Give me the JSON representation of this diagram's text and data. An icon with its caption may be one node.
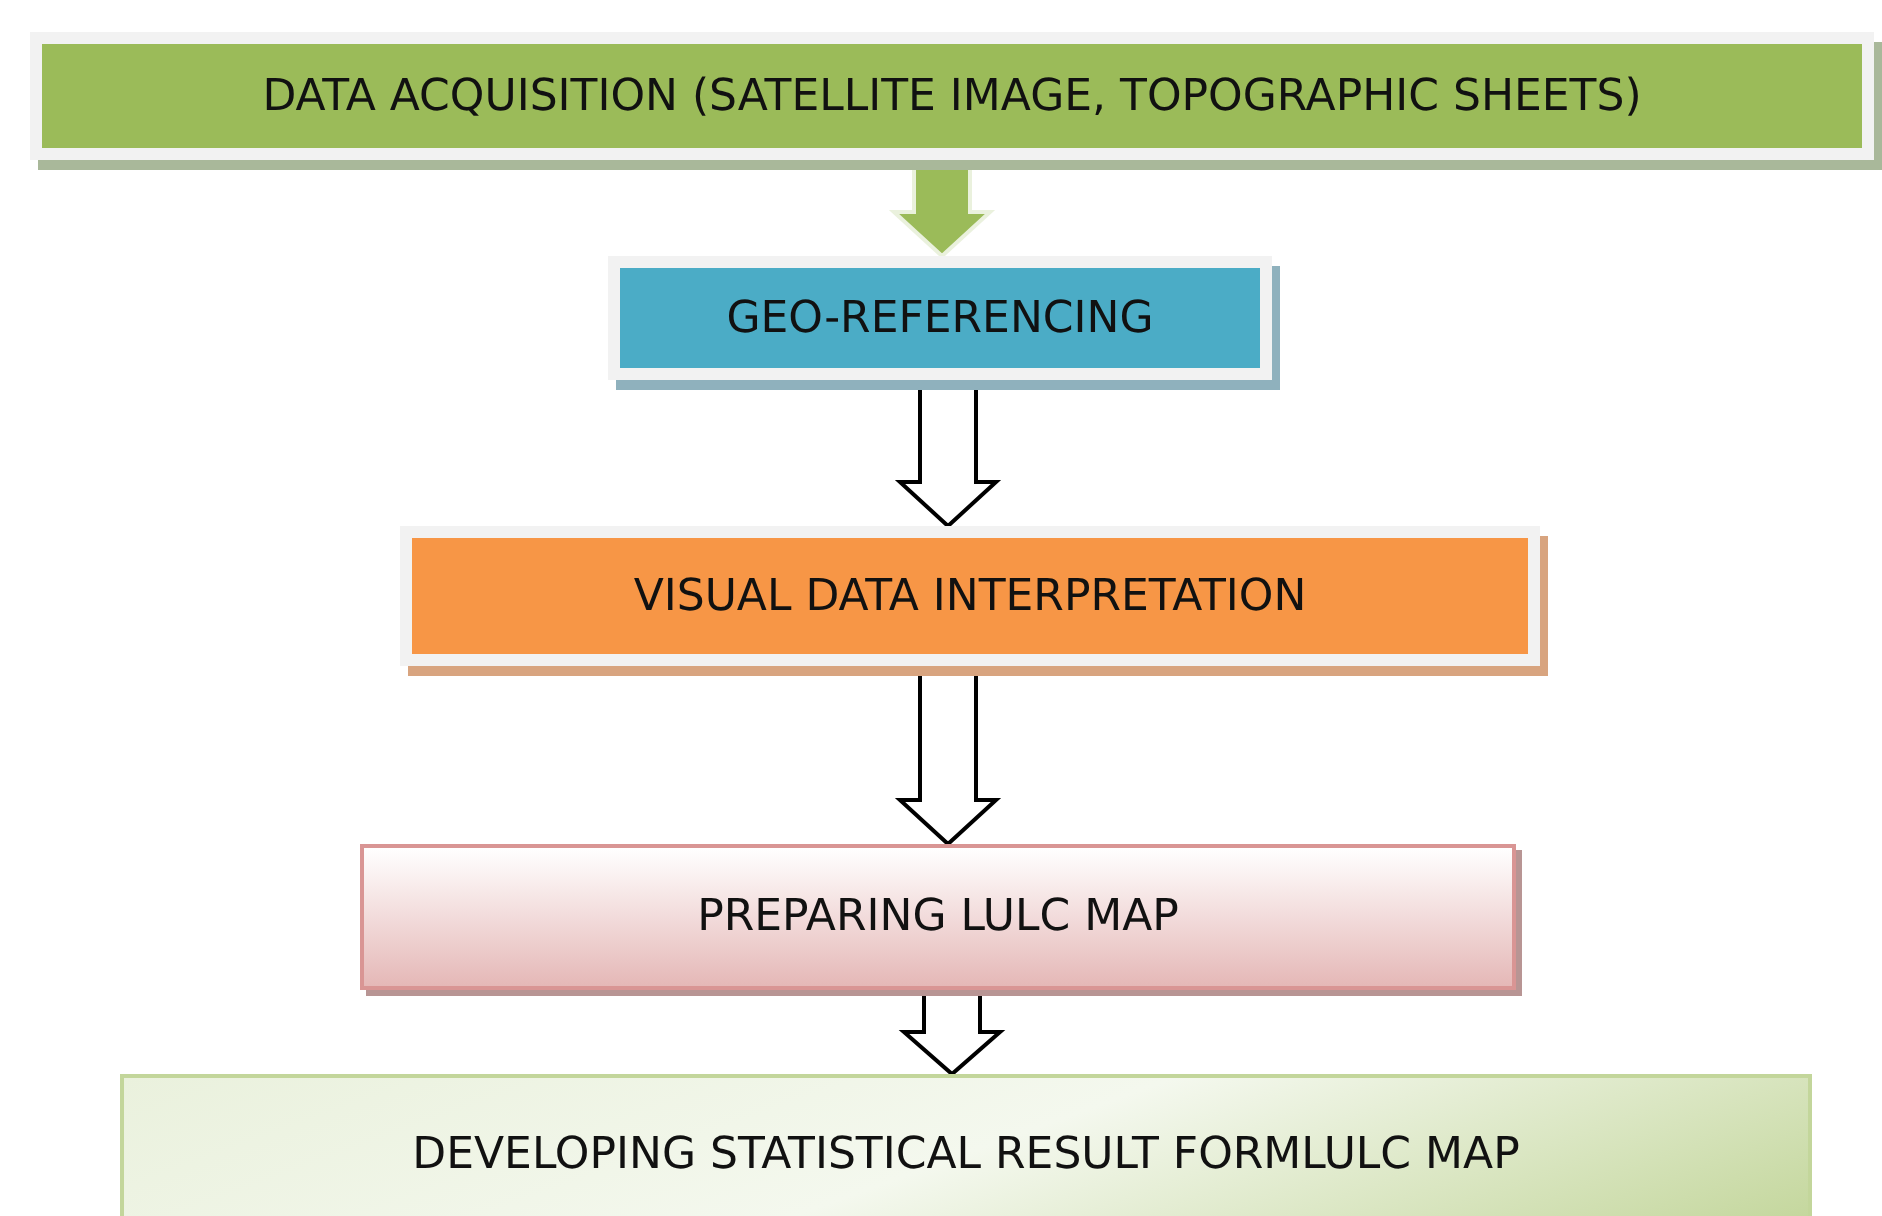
{
  "diagram": {
    "nodes": [
      {
        "text": [
          "DATA ACQUISITION (SATELLITE IMAGE, TOPOGRAPHIC SHEETS)"
        ]
      },
      {
        "text": [
          "GEO-REFERENCING"
        ]
      },
      {
        "text": [
          "VISUAL DATA INTERPRETATION"
        ]
      },
      {
        "text": [
          "PREPARING LULC MAP"
        ]
      },
      {
        "text": [
          "DEVELOPING STATISTICAL RESULT FORMLULC MAP"
        ]
      }
    ],
    "edges": [
      {
        "from": 0,
        "to": 1,
        "arrow": "to",
        "color": "#9bbb59"
      },
      {
        "from": 1,
        "to": 2,
        "arrow": "to"
      },
      {
        "from": 2,
        "to": 3,
        "arrow": "to"
      },
      {
        "from": 3,
        "to": 4,
        "arrow": "to"
      }
    ]
  }
}
